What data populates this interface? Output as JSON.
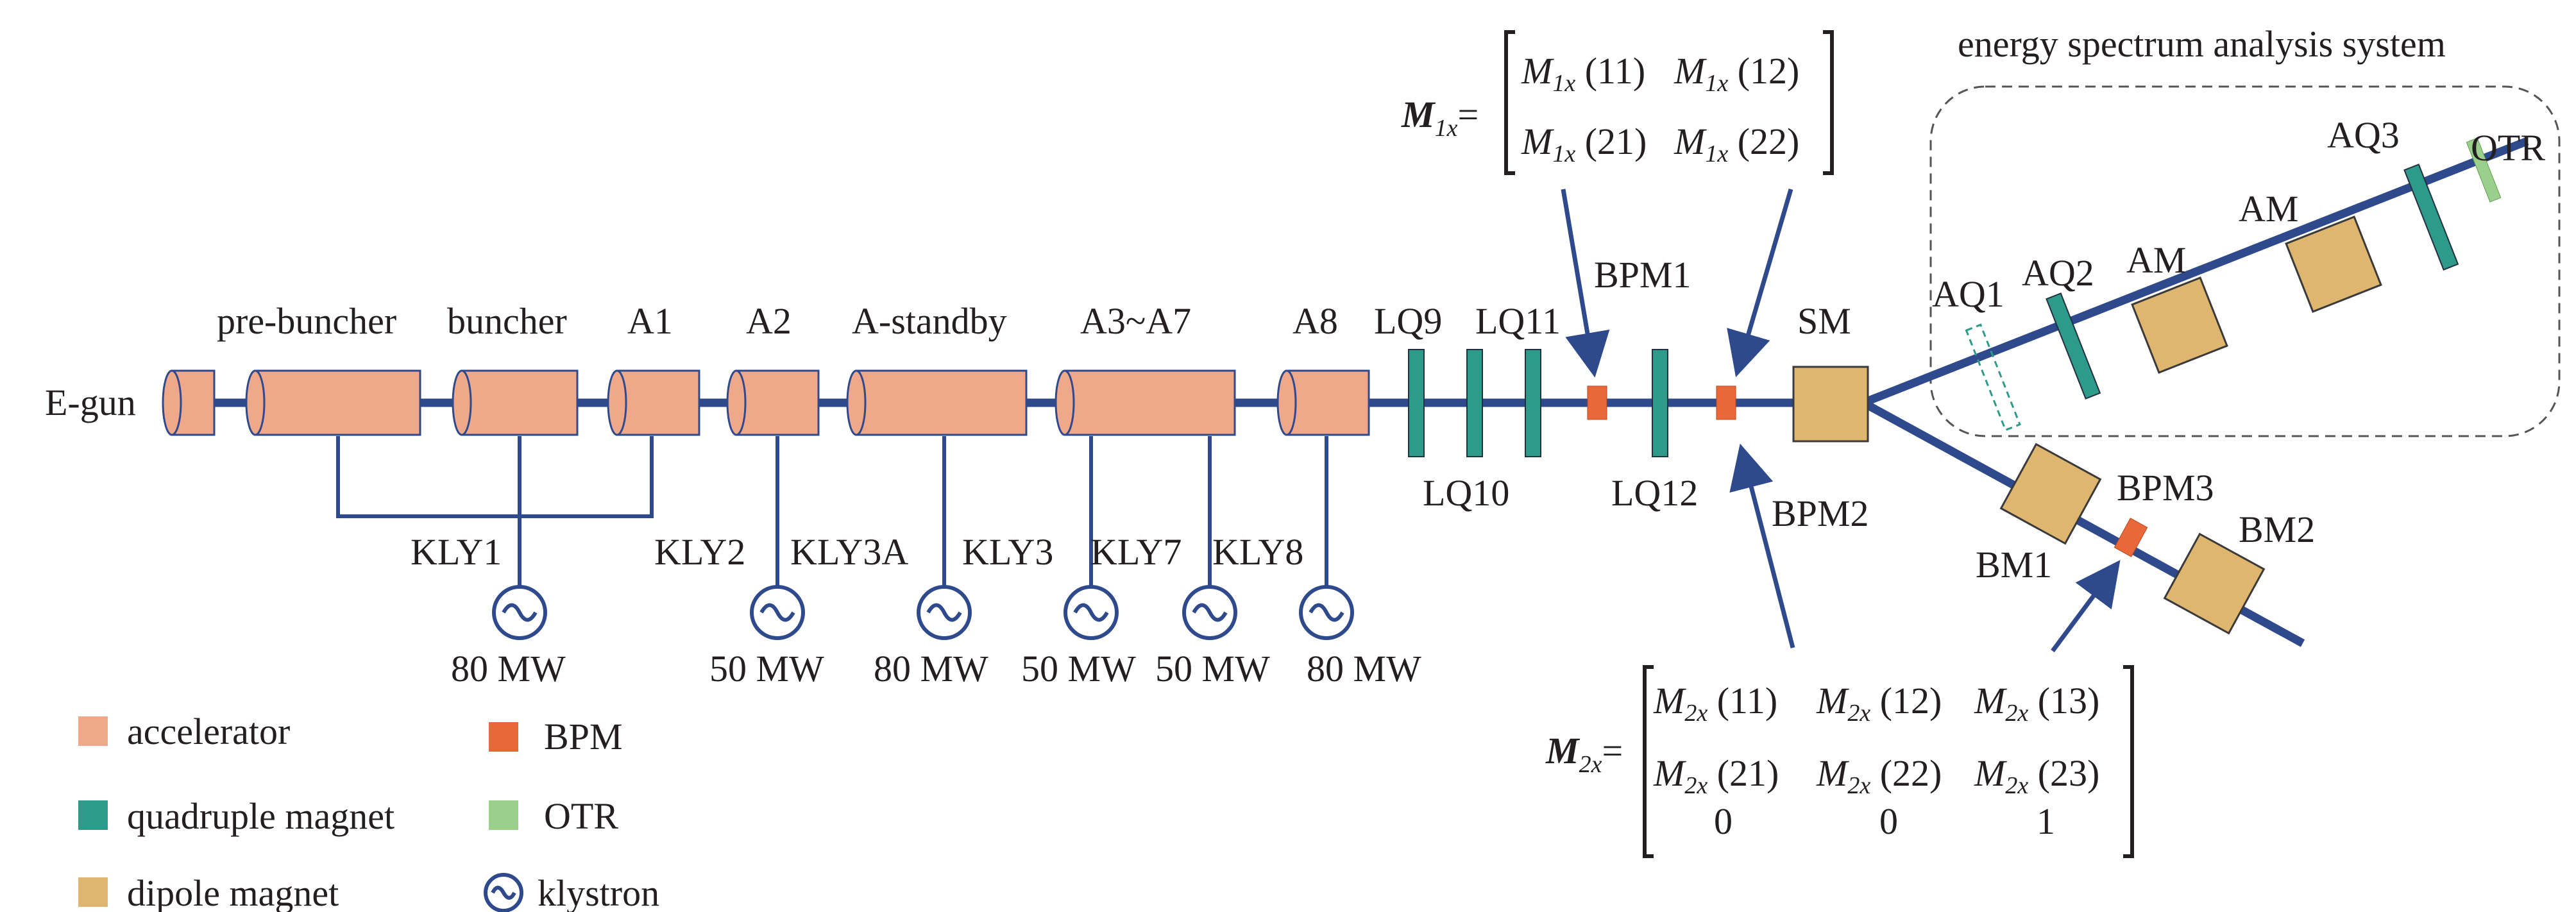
{
  "system_label": "energy spectrum analysis system",
  "source": "E-gun",
  "accelerators": [
    {
      "name": "pre-buncher"
    },
    {
      "name": "buncher"
    },
    {
      "name": "A1"
    },
    {
      "name": "A2"
    },
    {
      "name": "A-standby"
    },
    {
      "name": "A3~A7"
    },
    {
      "name": "A8"
    }
  ],
  "quadrupoles": [
    "LQ9",
    "LQ10",
    "LQ11",
    "LQ12"
  ],
  "bpms": [
    "BPM1",
    "BPM2",
    "BPM3"
  ],
  "dipoles": [
    "SM",
    "AM",
    "AM",
    "BM1",
    "BM2"
  ],
  "analysis_quads": [
    "AQ1",
    "AQ2",
    "AQ3"
  ],
  "screen": "OTR",
  "klystrons": [
    {
      "name": "KLY1",
      "power": "80 MW"
    },
    {
      "name": "KLY2",
      "power": "50 MW"
    },
    {
      "name": "KLY3A",
      "power": "80 MW"
    },
    {
      "name": "KLY3",
      "power": "50 MW"
    },
    {
      "name": "KLY7",
      "power": "50 MW"
    },
    {
      "name": "KLY8",
      "power": "80 MW"
    }
  ],
  "matrix1": {
    "symbol": "M",
    "sub": "1x",
    "eq": "=",
    "cells": [
      [
        "(11)",
        "(12)"
      ],
      [
        "(21)",
        "(22)"
      ]
    ]
  },
  "matrix2": {
    "symbol": "M",
    "sub": "2x",
    "eq": "=",
    "cells": [
      [
        "(11)",
        "(12)",
        "(13)"
      ],
      [
        "(21)",
        "(22)",
        "(23)"
      ],
      [
        "0",
        "0",
        "1"
      ]
    ]
  },
  "legend": [
    {
      "key": "accelerator",
      "label": "accelerator",
      "color": "#f0a88a"
    },
    {
      "key": "bpm",
      "label": "BPM",
      "color": "#e8683a"
    },
    {
      "key": "quad",
      "label": "quadruple magnet",
      "color": "#2e9a8a"
    },
    {
      "key": "otr",
      "label": "OTR",
      "color": "#9bd08c"
    },
    {
      "key": "dipole",
      "label": "dipole magnet",
      "color": "#dfb66f"
    },
    {
      "key": "klystron",
      "label": "klystron",
      "icon": "klystron-icon"
    }
  ]
}
